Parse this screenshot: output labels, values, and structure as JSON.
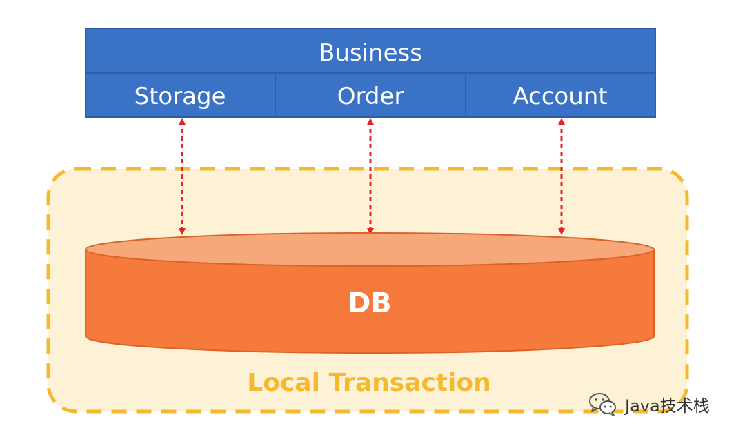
{
  "business": {
    "title": "Business",
    "services": [
      {
        "label": "Storage"
      },
      {
        "label": "Order"
      },
      {
        "label": "Account"
      }
    ]
  },
  "database": {
    "label": "DB"
  },
  "transaction": {
    "label": "Local Transaction"
  },
  "watermark": {
    "text": "Java技术栈",
    "icon": "wechat-icon"
  },
  "colors": {
    "business_fill": "#3a73c6",
    "business_border": "#2c5ea8",
    "business_text": "#ffffff",
    "arrow": "#e8202a",
    "zone_fill": "#fdf2d6",
    "zone_border": "#f4b92c",
    "zone_text": "#f4b92c",
    "db_side": "#f57a3b",
    "db_top": "#f7a879",
    "db_edge": "#d9632a",
    "db_text": "#ffffff"
  }
}
